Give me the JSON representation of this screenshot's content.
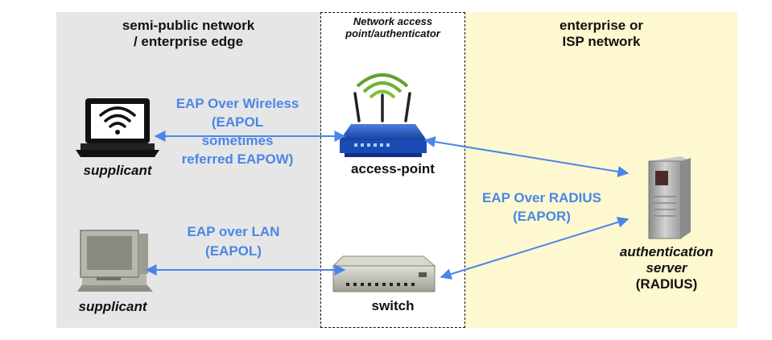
{
  "zones": {
    "left_title": [
      "semi-public network",
      "/ enterprise edge"
    ],
    "middle_title": [
      "Network access",
      "point/authenticator"
    ],
    "right_title": [
      "enterprise or",
      "ISP network"
    ]
  },
  "links": {
    "wireless": [
      "EAP Over Wireless",
      "(EAPOL",
      "sometimes",
      "referred EAPOW)"
    ],
    "lan": [
      "EAP over LAN",
      "(EAPOL)"
    ],
    "radius": [
      "EAP Over RADIUS",
      "(EAPOR)"
    ]
  },
  "nodes": {
    "laptop_label": "supplicant",
    "desktop_label": "supplicant",
    "access_point_label": "access-point",
    "switch_label": "switch",
    "server_label": [
      "authentication",
      "server",
      "(RADIUS)"
    ]
  },
  "colors": {
    "left_zone": "#e6e6e6",
    "right_zone": "#fdf8cf",
    "link": "#4a86e8",
    "router": "#1f56c9"
  }
}
